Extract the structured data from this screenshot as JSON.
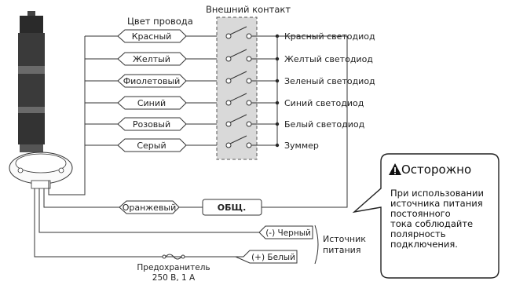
{
  "header": {
    "wire_color_label": "Цвет провода",
    "external_contact_label": "Внешний контакт"
  },
  "wires": [
    {
      "label": "Красный",
      "output": "Красный светодиод"
    },
    {
      "label": "Желтый",
      "output": "Желтый светодиод"
    },
    {
      "label": "Фиолетовый",
      "output": "Зеленый светодиод"
    },
    {
      "label": "Синий",
      "output": "Синий светодиод"
    },
    {
      "label": "Розовый",
      "output": "Белый светодиод"
    },
    {
      "label": "Серый",
      "output": "Зуммер"
    }
  ],
  "common": {
    "wire_label": "Оранжевый",
    "terminal_label": "ОБЩ."
  },
  "power": {
    "negative_label": "(-) Черный",
    "positive_label": "(+) Белый",
    "source_label_line1": "Источник",
    "source_label_line2": "питания",
    "fuse_label_line1": "Предохранитель",
    "fuse_label_line2": "250 В, 1 А"
  },
  "caution": {
    "title": "Осторожно",
    "icon": "warning-triangle-icon",
    "lines": [
      "При использовании",
      "источника питания",
      "постоянного",
      "тока соблюдайте",
      "полярность",
      "подключения."
    ]
  }
}
